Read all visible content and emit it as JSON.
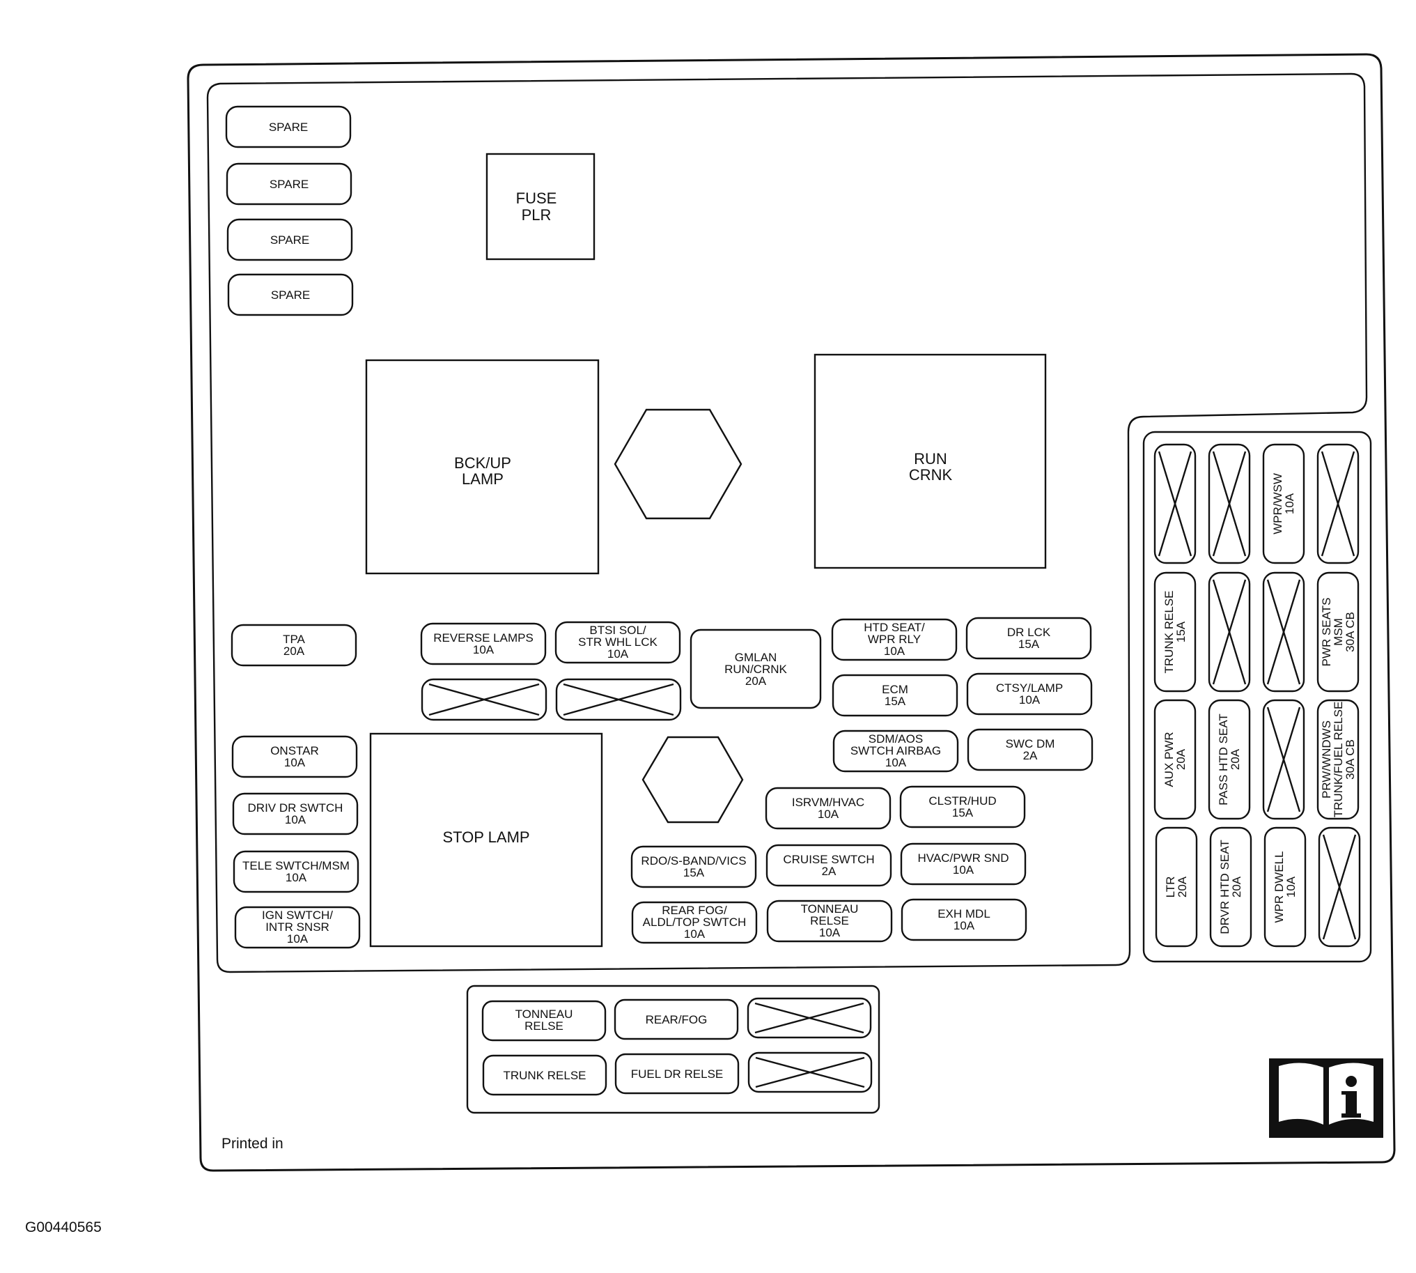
{
  "fuses": {
    "spare_1": "SPARE",
    "spare_2": "SPARE",
    "spare_3": "SPARE",
    "spare_4": "SPARE",
    "tpa": [
      "TPA",
      "20A"
    ],
    "onstar": [
      "ONSTAR",
      "10A"
    ],
    "driv_dr_swtch": [
      "DRIV DR SWTCH",
      "10A"
    ],
    "tele_swtch_msm": [
      "TELE SWTCH/MSM",
      "10A"
    ],
    "ign_swtch": [
      "IGN SWTCH/",
      "INTR SNSR",
      "10A"
    ],
    "reverse_lamps": [
      "REVERSE LAMPS",
      "10A"
    ],
    "btsi_sol": [
      "BTSI SOL/",
      "STR WHL LCK",
      "10A"
    ],
    "gmlan": [
      "GMLAN",
      "RUN/CRNK",
      "20A"
    ],
    "htd_seat": [
      "HTD SEAT/",
      "WPR RLY",
      "10A"
    ],
    "dr_lck": [
      "DR LCK",
      "15A"
    ],
    "ecm": [
      "ECM",
      "15A"
    ],
    "ctsy_lamp": [
      "CTSY/LAMP",
      "10A"
    ],
    "sdm_aos": [
      "SDM/AOS",
      "SWTCH AIRBAG",
      "10A"
    ],
    "swc_dm": [
      "SWC DM",
      "2A"
    ],
    "isrvm_hvac": [
      "ISRVM/HVAC",
      "10A"
    ],
    "clstr_hud": [
      "CLSTR/HUD",
      "15A"
    ],
    "rdo": [
      "RDO/S-BAND/VICS",
      "15A"
    ],
    "cruise_swtch": [
      "CRUISE SWTCH",
      "2A"
    ],
    "hvac_pwr_snd": [
      "HVAC/PWR SND",
      "10A"
    ],
    "rear_fog_aldl": [
      "REAR FOG/",
      "ALDL/TOP SWTCH",
      "10A"
    ],
    "tonneau_relse_fuse": [
      "TONNEAU",
      "RELSE",
      "10A"
    ],
    "exh_mdl": [
      "EXH MDL",
      "10A"
    ],
    "wpr_wsw": [
      "WPR/WSW",
      "10A"
    ],
    "trunk_relse_fuse": [
      "TRUNK RELSE",
      "15A"
    ],
    "pwr_seats": [
      "PWR SEATS",
      "MSM",
      "30A CB"
    ],
    "aux_pwr": [
      "AUX PWR",
      "20A"
    ],
    "pass_htd_seat": [
      "PASS HTD SEAT",
      "20A"
    ],
    "prw_wndws": [
      "PRW/WNDWS",
      "TRUNK/FUEL RELSE",
      "30A CB"
    ],
    "ltr": [
      "LTR",
      "20A"
    ],
    "drvr_htd_seat": [
      "DRVR HTD SEAT",
      "20A"
    ],
    "wpr_dwell": [
      "WPR DWELL",
      "10A"
    ]
  },
  "relays": {
    "fuse_plr": [
      "FUSE",
      "PLR"
    ],
    "bck_up_lamp": [
      "BCK/UP",
      "LAMP"
    ],
    "run_crnk": [
      "RUN",
      "CRNK"
    ],
    "stop_lamp": [
      "STOP LAMP"
    ]
  },
  "bottom_relays": {
    "tonneau_relse": [
      "TONNEAU",
      "RELSE"
    ],
    "rear_fog": [
      "REAR/FOG"
    ],
    "trunk_relse": [
      "TRUNK RELSE"
    ],
    "fuel_dr_relse": [
      "FUEL DR RELSE"
    ]
  },
  "printed_in": "Printed in",
  "figure_id": "G00440565",
  "icons": {
    "manual": "info-manual-icon"
  }
}
